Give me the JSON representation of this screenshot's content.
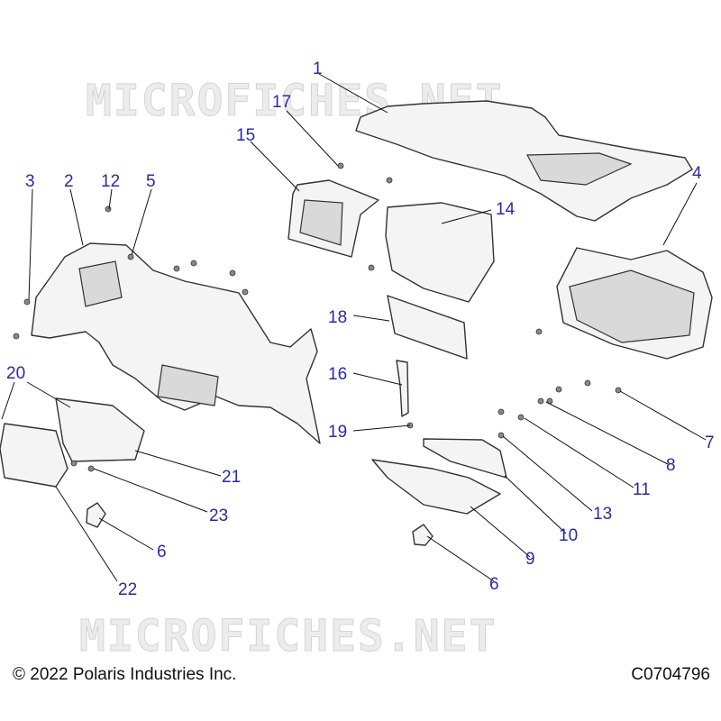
{
  "watermark": "MICROFICHES.NET",
  "copyright": "© 2022 Polaris Industries Inc.",
  "figure_id": "C0704796",
  "callouts": [
    "1",
    "17",
    "15",
    "3",
    "2",
    "12",
    "5",
    "14",
    "4",
    "18",
    "16",
    "19",
    "20",
    "21",
    "23",
    "6",
    "22",
    "8",
    "7",
    "11",
    "13",
    "10",
    "9",
    "6"
  ]
}
